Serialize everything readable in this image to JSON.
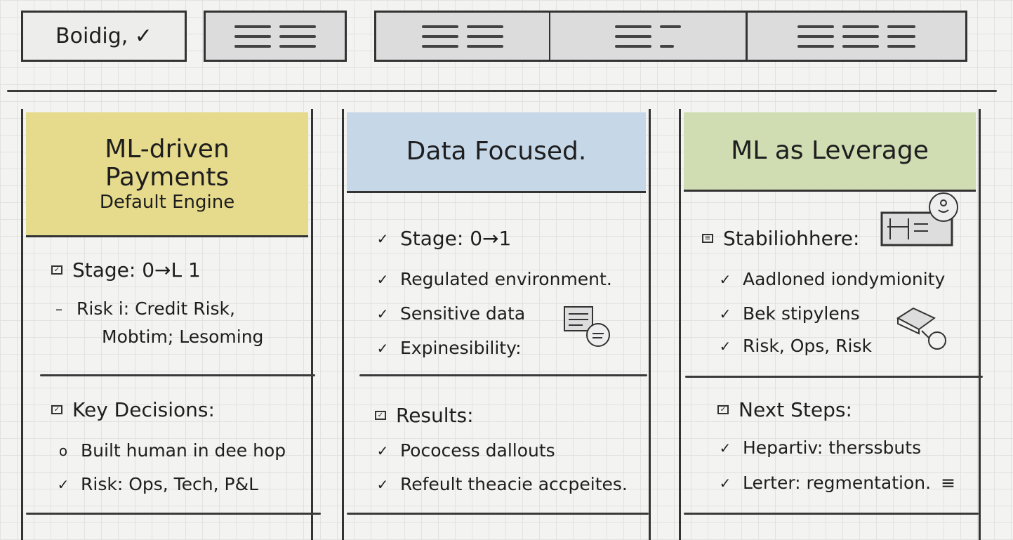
{
  "tabs": [
    {
      "label": "Boidig, ✓"
    },
    {
      "label": ""
    },
    {
      "label": ""
    },
    {
      "label": ""
    },
    {
      "label": ""
    }
  ],
  "columns": [
    {
      "title": "ML-driven Payments",
      "subtitle": "Default Engine",
      "header_color": "#e6da8c",
      "section1": {
        "heading": "Stage: 0→L 1",
        "items": [
          {
            "marker": "–",
            "text": "Risk i: Credit Risk,"
          },
          {
            "marker": "",
            "text": "Mobtim; Lesoming"
          }
        ]
      },
      "section2": {
        "heading": "Key Decisions:",
        "items": [
          {
            "marker": "o",
            "text": "Built human in dee hop"
          },
          {
            "marker": "✓",
            "text": "Risk: Ops, Tech, P&L"
          }
        ]
      }
    },
    {
      "title": "Data Focused.",
      "subtitle": "",
      "header_color": "#c6d7e8",
      "section1": {
        "heading": "Stage: 0→1",
        "items": [
          {
            "marker": "✓",
            "text": "Regulated environment."
          },
          {
            "marker": "✓",
            "text": "Sensitive data"
          },
          {
            "marker": "✓",
            "text": "Expinesibility:"
          }
        ]
      },
      "section2": {
        "heading": "Results:",
        "items": [
          {
            "marker": "✓",
            "text": "Pococess dallouts"
          },
          {
            "marker": "✓",
            "text": "Refeult theacie accpeites."
          }
        ]
      }
    },
    {
      "title": "ML as Leverage",
      "subtitle": "",
      "header_color": "#d0dcb2",
      "section1": {
        "heading": "Stabiliohhere:",
        "items": [
          {
            "marker": "✓",
            "text": "Aadloned iondymionity"
          },
          {
            "marker": "✓",
            "text": "Bek stipylens"
          },
          {
            "marker": "✓",
            "text": "Risk, Ops, Risk"
          }
        ]
      },
      "section2": {
        "heading": "Next Steps:",
        "items": [
          {
            "marker": "✓",
            "text": "Hepartiv: therssbuts"
          },
          {
            "marker": "✓",
            "text": "Lerter: regmentation."
          }
        ]
      }
    }
  ]
}
